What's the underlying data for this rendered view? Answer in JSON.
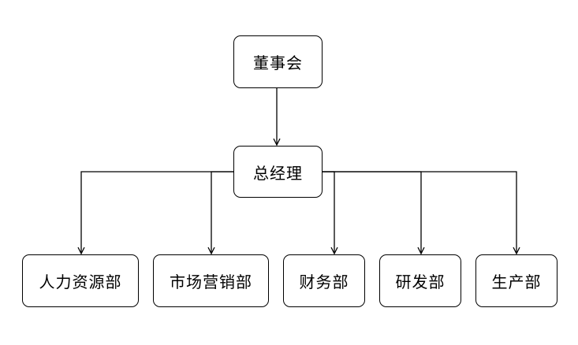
{
  "diagram": {
    "nodes": {
      "board": "董事会",
      "general_manager": "总经理",
      "hr": "人力资源部",
      "marketing": "市场营销部",
      "finance": "财务部",
      "rnd": "研发部",
      "production": "生产部"
    },
    "edges": [
      [
        "board",
        "general_manager"
      ],
      [
        "general_manager",
        "hr"
      ],
      [
        "general_manager",
        "marketing"
      ],
      [
        "general_manager",
        "finance"
      ],
      [
        "general_manager",
        "rnd"
      ],
      [
        "general_manager",
        "production"
      ]
    ],
    "colors": {
      "line": "#000000",
      "box_border": "#000000",
      "background": "#ffffff"
    }
  }
}
